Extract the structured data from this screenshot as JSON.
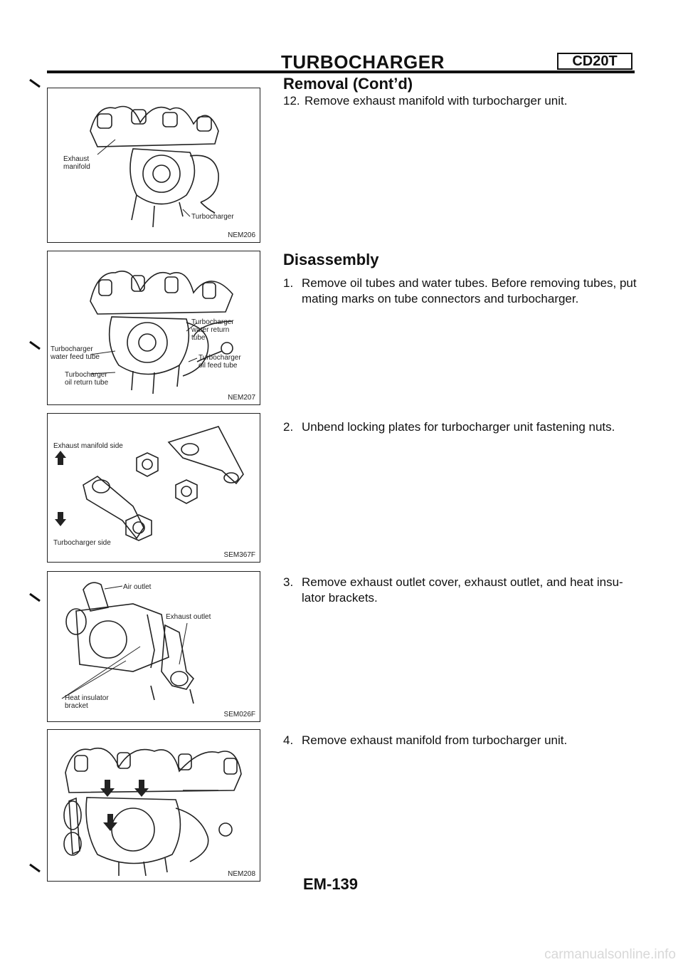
{
  "header": {
    "title": "TURBOCHARGER",
    "engine_badge": "CD20T",
    "subtitle": "Removal (Cont’d)"
  },
  "removal_step": {
    "num": "12.",
    "text": "Remove exhaust manifold with turbocharger unit."
  },
  "disassembly": {
    "title": "Disassembly",
    "steps": [
      {
        "num": "1.",
        "text": "Remove oil tubes and water tubes. Before removing tubes, put mating marks on tube connectors and turbocharger."
      },
      {
        "num": "2.",
        "text": "Unbend locking plates for turbocharger unit fastening nuts."
      },
      {
        "num": "3.",
        "text": "Remove exhaust outlet cover, exhaust outlet, and heat insu-lator brackets."
      },
      {
        "num": "4.",
        "text": "Remove exhaust manifold from turbocharger unit."
      }
    ]
  },
  "figures": [
    {
      "code": "NEM206",
      "labels": [
        "Exhaust\nmanifold",
        "Turbocharger"
      ]
    },
    {
      "code": "NEM207",
      "labels": [
        "Turbocharger\nwater return\ntube",
        "Turbocharger\nwater feed tube",
        "Turbocharger\noil feed tube",
        "Turbocharger\noil return tube"
      ]
    },
    {
      "code": "SEM367F",
      "labels": [
        "Exhaust manifold side",
        "Turbocharger side"
      ]
    },
    {
      "code": "SEM026F",
      "labels": [
        "Air outlet",
        "Exhaust outlet",
        "Heat insulator\nbracket"
      ]
    },
    {
      "code": "NEM208",
      "labels": []
    }
  ],
  "page_number": "EM-139",
  "watermark": "carmanualsonline.info"
}
